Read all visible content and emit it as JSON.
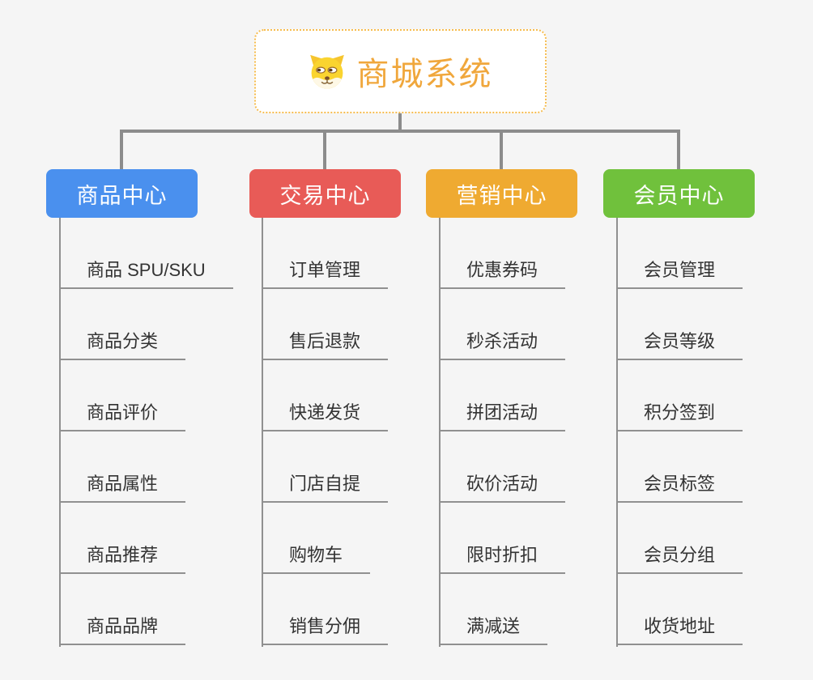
{
  "root": {
    "label": "商城系统",
    "icon": "shiba-dog-face-icon"
  },
  "branches": [
    {
      "label": "商品中心",
      "color": "#4A90EE",
      "children": [
        "商品 SPU/SKU",
        "商品分类",
        "商品评价",
        "商品属性",
        "商品推荐",
        "商品品牌"
      ]
    },
    {
      "label": "交易中心",
      "color": "#E85B57",
      "children": [
        "订单管理",
        "售后退款",
        "快递发货",
        "门店自提",
        "购物车",
        "销售分佣"
      ]
    },
    {
      "label": "营销中心",
      "color": "#EFAA31",
      "children": [
        "优惠券码",
        "秒杀活动",
        "拼团活动",
        "砍价活动",
        "限时折扣",
        "满减送"
      ]
    },
    {
      "label": "会员中心",
      "color": "#70C13C",
      "children": [
        "会员管理",
        "会员等级",
        "积分签到",
        "会员标签",
        "会员分组",
        "收货地址"
      ]
    }
  ],
  "colors": {
    "background": "#F5F5F5",
    "root_text": "#F0A73C",
    "root_border": "#F6BC4E",
    "connector_thick": "#8C8C8C",
    "connector_thin": "#909090",
    "child_text": "#333333"
  }
}
